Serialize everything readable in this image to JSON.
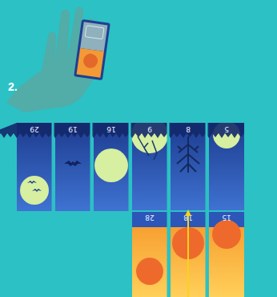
{
  "diagram": {
    "nodes": [
      {
        "text": [
          "29"
        ]
      },
      {
        "text": [
          "19"
        ]
      },
      {
        "text": [
          "16"
        ]
      },
      {
        "text": [
          "9"
        ]
      },
      {
        "text": [
          "8"
        ]
      },
      {
        "text": [
          "5"
        ]
      },
      {
        "text": [
          "28"
        ]
      },
      {
        "text": [
          "18"
        ]
      },
      {
        "text": [
          "15"
        ]
      }
    ],
    "edges": [
      {
        "from": 7,
        "to": 4,
        "arrow": "to"
      }
    ],
    "labels": [
      "2."
    ]
  }
}
